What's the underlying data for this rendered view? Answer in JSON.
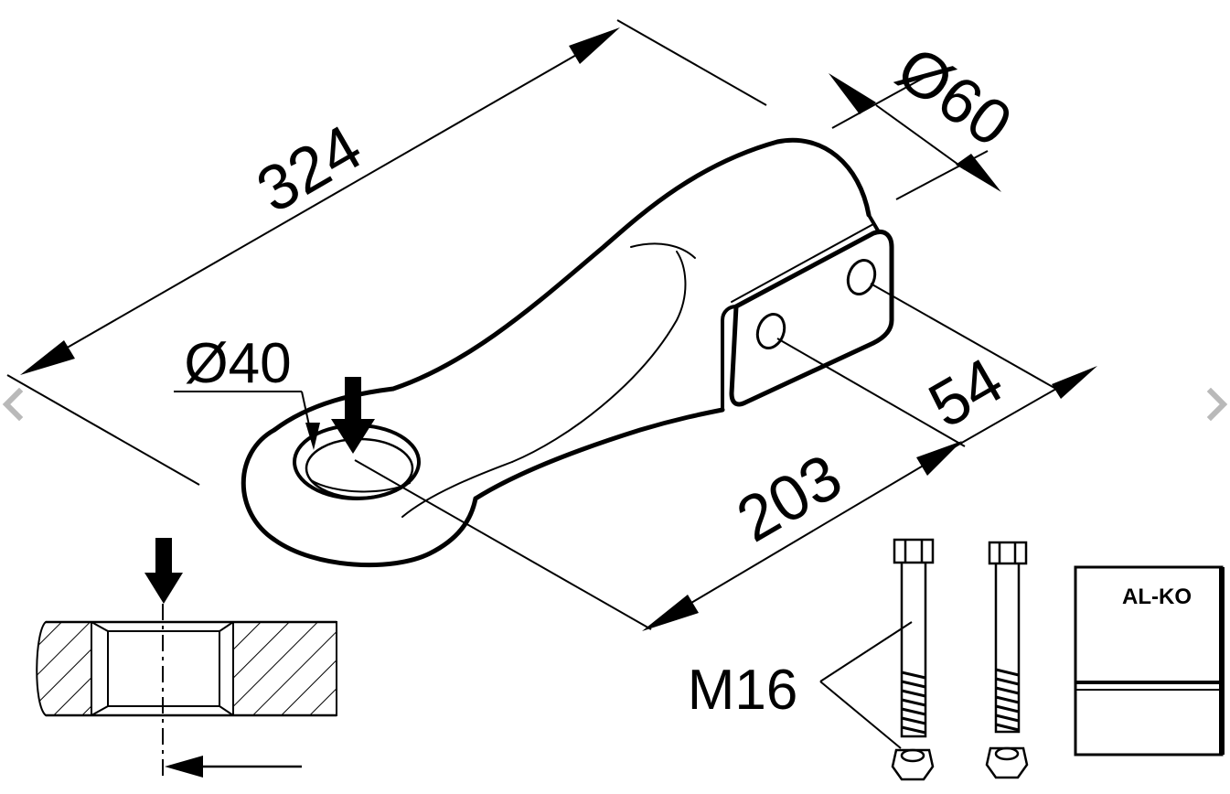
{
  "drawing": {
    "length_overall": "324",
    "eye_diameter": "Ø40",
    "shank_diameter": "Ø60",
    "hole_spacing": "54",
    "eye_to_hole": "203",
    "bolt_size": "M16",
    "brand_label": "AL-KO"
  },
  "navigation": {
    "prev_icon": "chevron-left-icon",
    "next_icon": "chevron-right-icon",
    "arrow_color": "#b9b9b9"
  },
  "colors": {
    "line": "#000000",
    "background": "#ffffff"
  }
}
